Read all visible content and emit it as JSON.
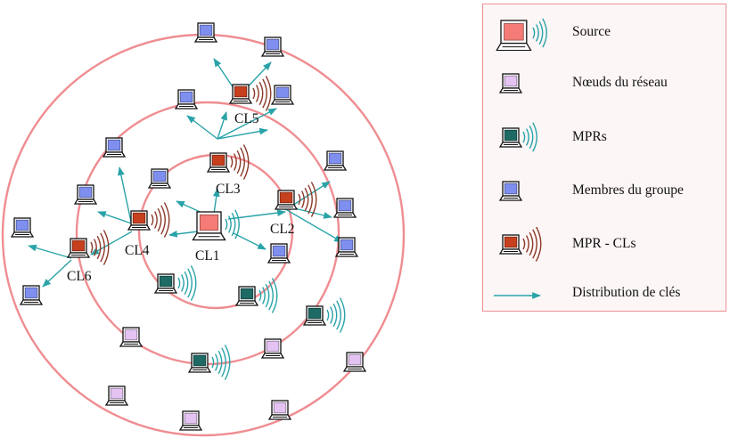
{
  "node_labels": {
    "cl1": "CL1",
    "cl2": "CL2",
    "cl3": "CL3",
    "cl4": "CL4",
    "cl5": "CL5",
    "cl6": "CL6"
  },
  "legend": {
    "source": "Source",
    "nodes": "Nœuds du réseau",
    "mprs": "MPRs",
    "members": "Membres du groupe",
    "mpr_cls": "MPR - CLs",
    "distribution": "Distribution de clés"
  },
  "colors": {
    "source": "#f47b76",
    "network_node": "#e4c3f2",
    "mpr": "#1e6a64",
    "member": "#7f8ff0",
    "mpr_cl": "#c7401e",
    "ring": "#ef8d91",
    "arrow": "#2aa3a8",
    "wave": "#8b3a2a",
    "wave_teal": "#2aa3a8"
  }
}
